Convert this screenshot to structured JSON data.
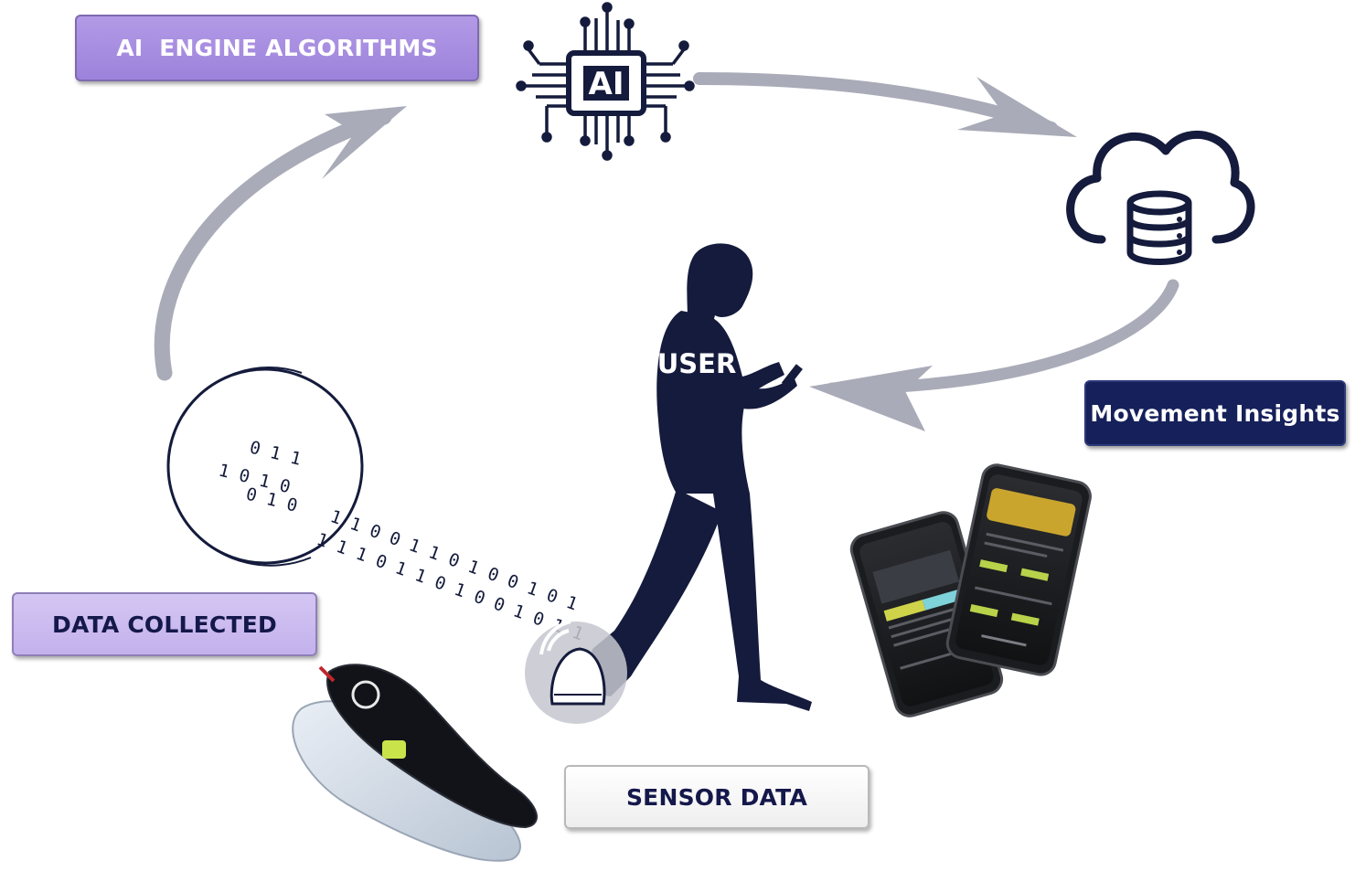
{
  "labels": {
    "ai_engine": "AI  ENGINE ALGORITHMS",
    "data_collected": "DATA COLLECTED",
    "movement_insights": "Movement Insights",
    "sensor_data": "SENSOR DATA",
    "user": "USER"
  },
  "chip": {
    "text": "AI"
  },
  "binary": {
    "circle_lines": [
      "0 1 1",
      "1 0 1 0",
      "0 1 0"
    ],
    "stream_lines": [
      "1 1 0 0 1 1 0 1 0 0 1 0 1",
      "1 1 1 0 1 1 0 1 0 0 1 0 1 1"
    ]
  },
  "colors": {
    "arrow": "#a9abb8",
    "navy": "#16205a",
    "purple": "#a58ae0",
    "lavender": "#cbbcf0"
  }
}
